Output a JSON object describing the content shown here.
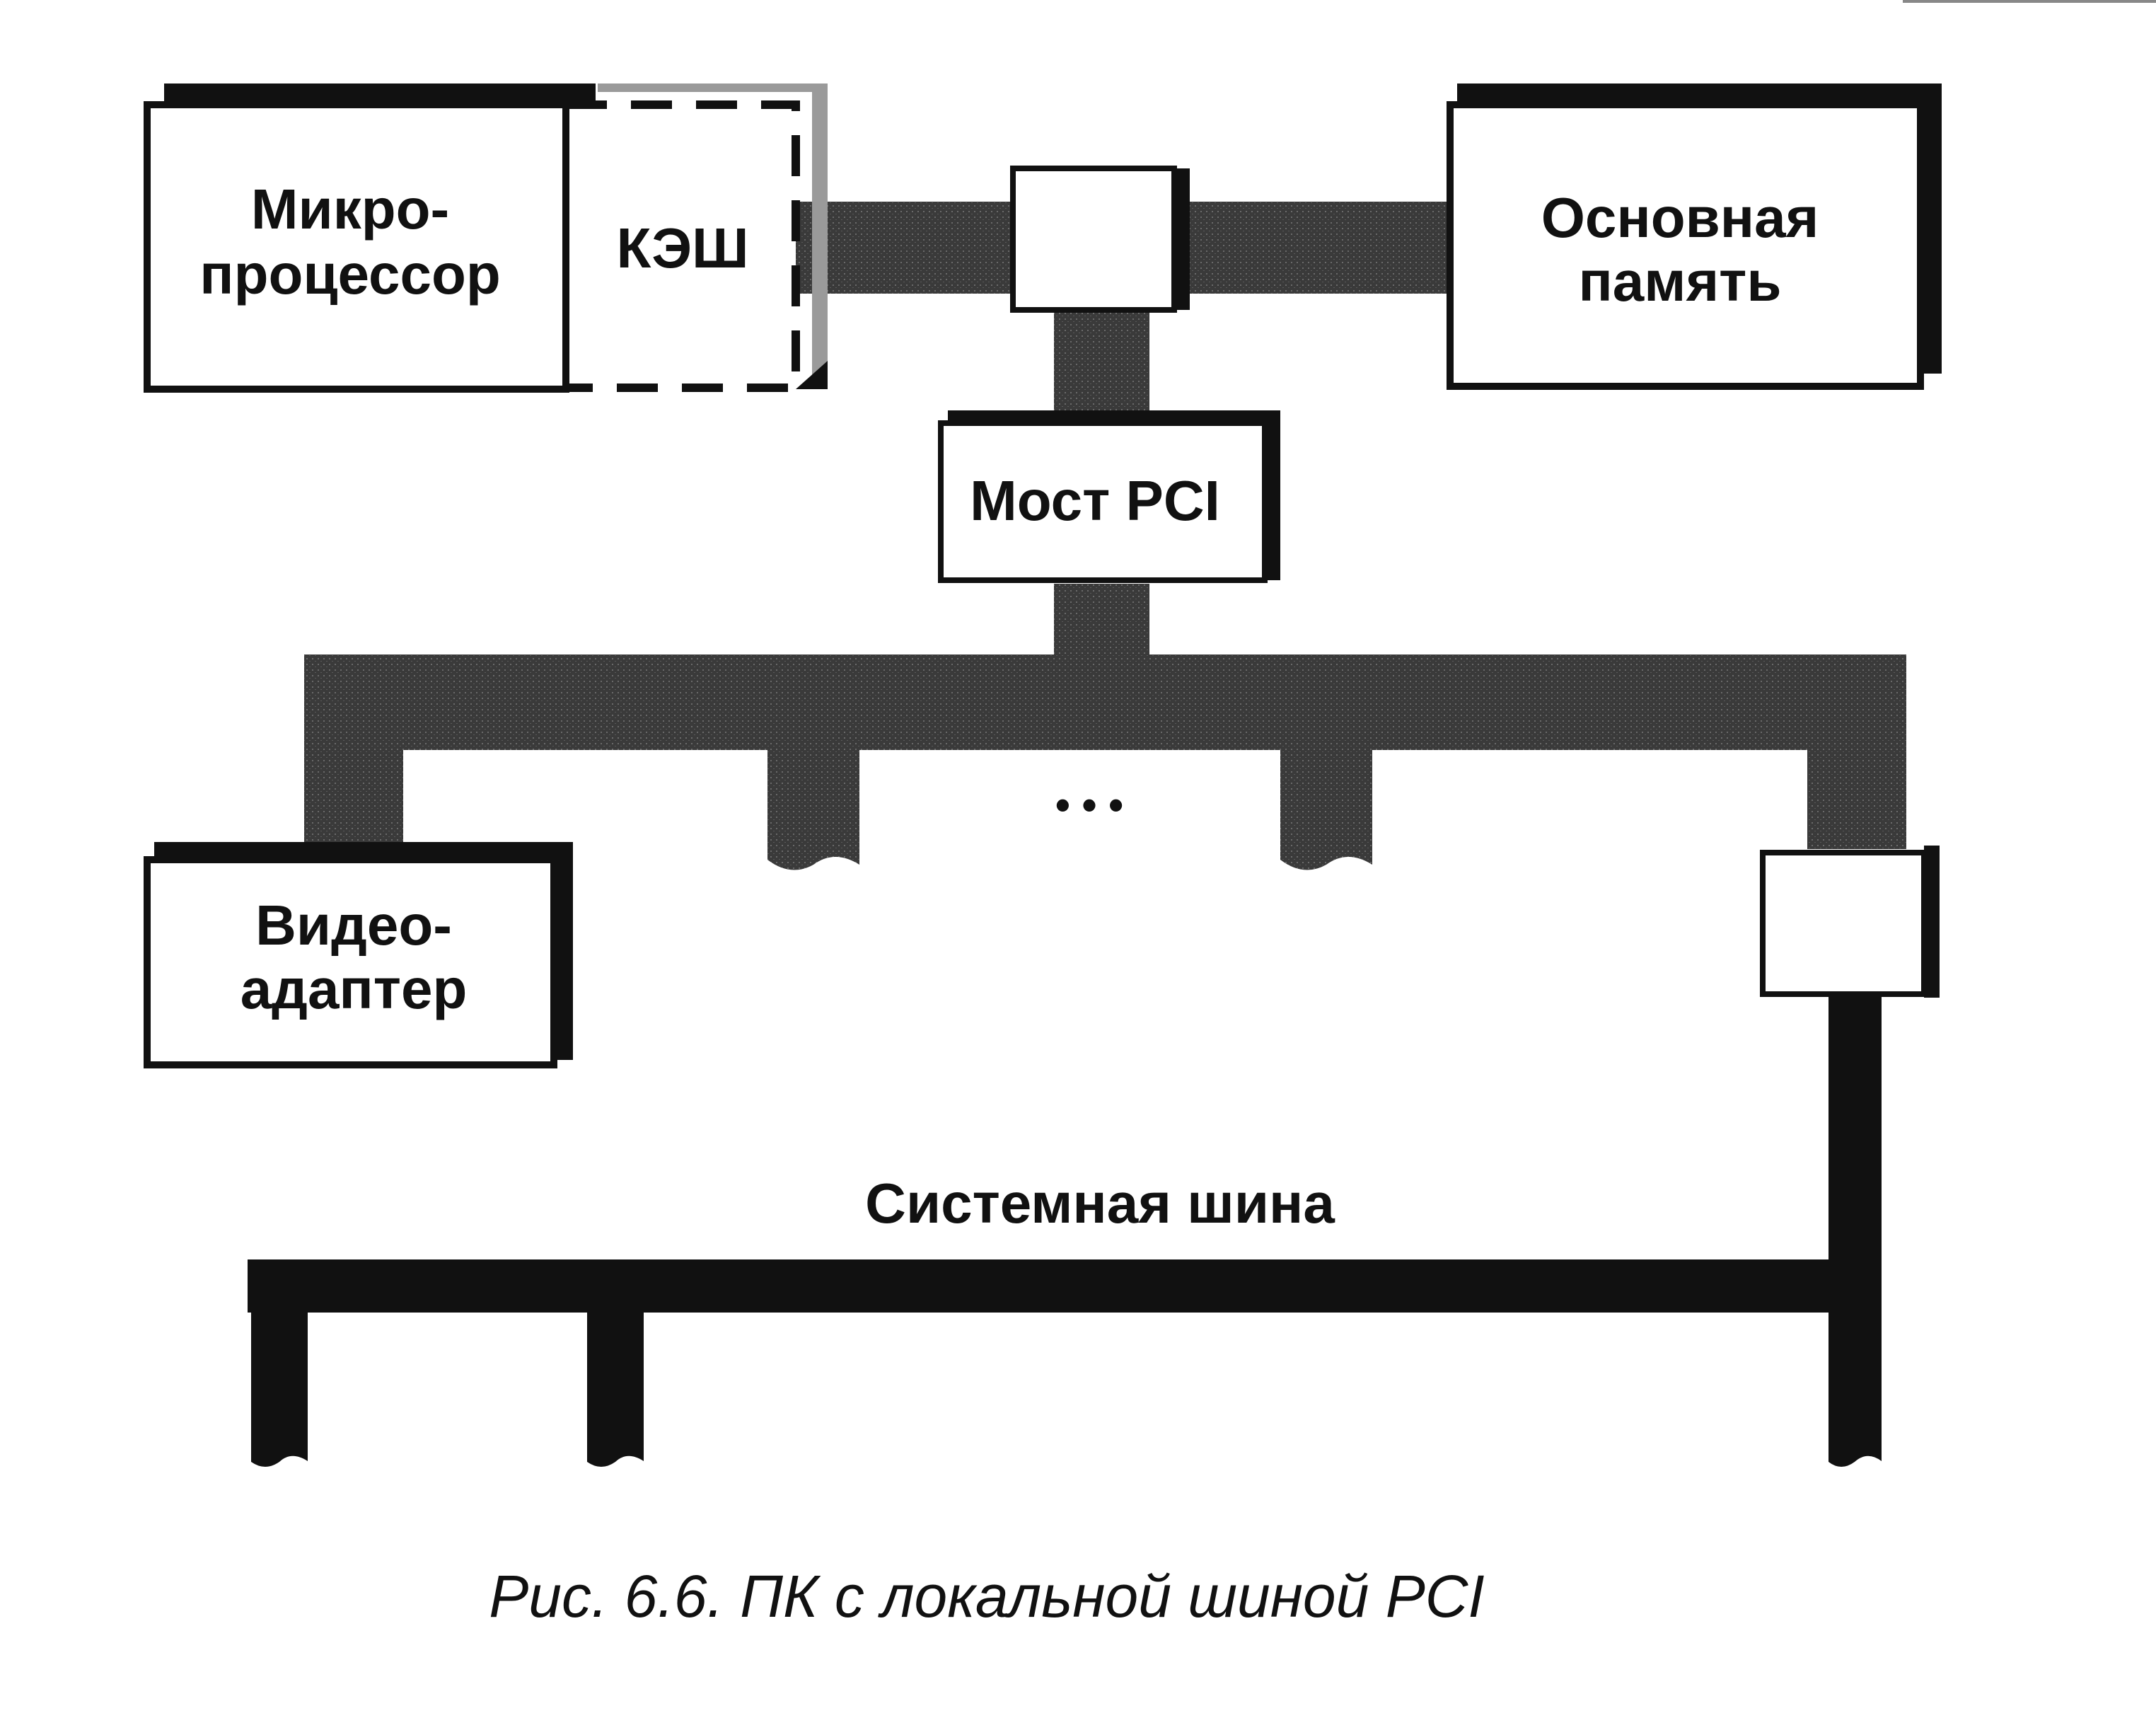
{
  "diagram": {
    "cpu": {
      "line1": "Микро-",
      "line2": "процессор"
    },
    "cache": {
      "label": "КЭШ"
    },
    "memory": {
      "line1": "Основная",
      "line2": "память"
    },
    "bridge": {
      "label": "Мост PCI"
    },
    "video": {
      "line1": "Видео-",
      "line2": "адаптер"
    },
    "system_bus": {
      "label": "Системная шина"
    },
    "ellipsis": "• • •",
    "caption": "Рис. 6.6. ПК с локальной шиной PCI"
  },
  "colors": {
    "ink": "#111111",
    "pci_bus": "#3a3a3a",
    "cache_border": "#9a9a9a",
    "background": "#ffffff"
  }
}
